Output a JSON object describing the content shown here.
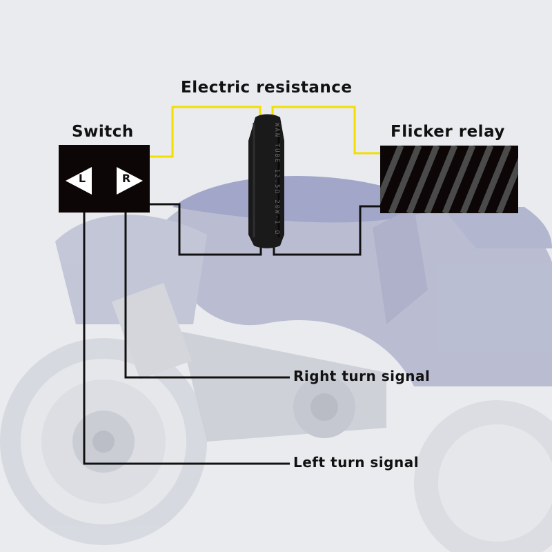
{
  "labels": {
    "electric_resistance": "Electric resistance",
    "switch": "Switch",
    "flicker_relay": "Flicker relay",
    "right_turn_signal": "Right turn signal",
    "left_turn_signal": "Left turn signal"
  },
  "switch": {
    "left_key": "L",
    "right_key": "R"
  },
  "resistor_print": "WAN TUBE 12.5Ω 20W-1 Ω",
  "colors": {
    "background": "#e9ebee",
    "wire_positive": "#f2df00",
    "wire_ground": "#111111",
    "box_fill": "#0c0706",
    "relay_stripe": "#4a4a4a",
    "text": "#111111"
  },
  "icons": {
    "switch_left": "left-arrow-triangle-icon",
    "switch_right": "right-arrow-triangle-icon",
    "background": "motorcycle-silhouette"
  }
}
